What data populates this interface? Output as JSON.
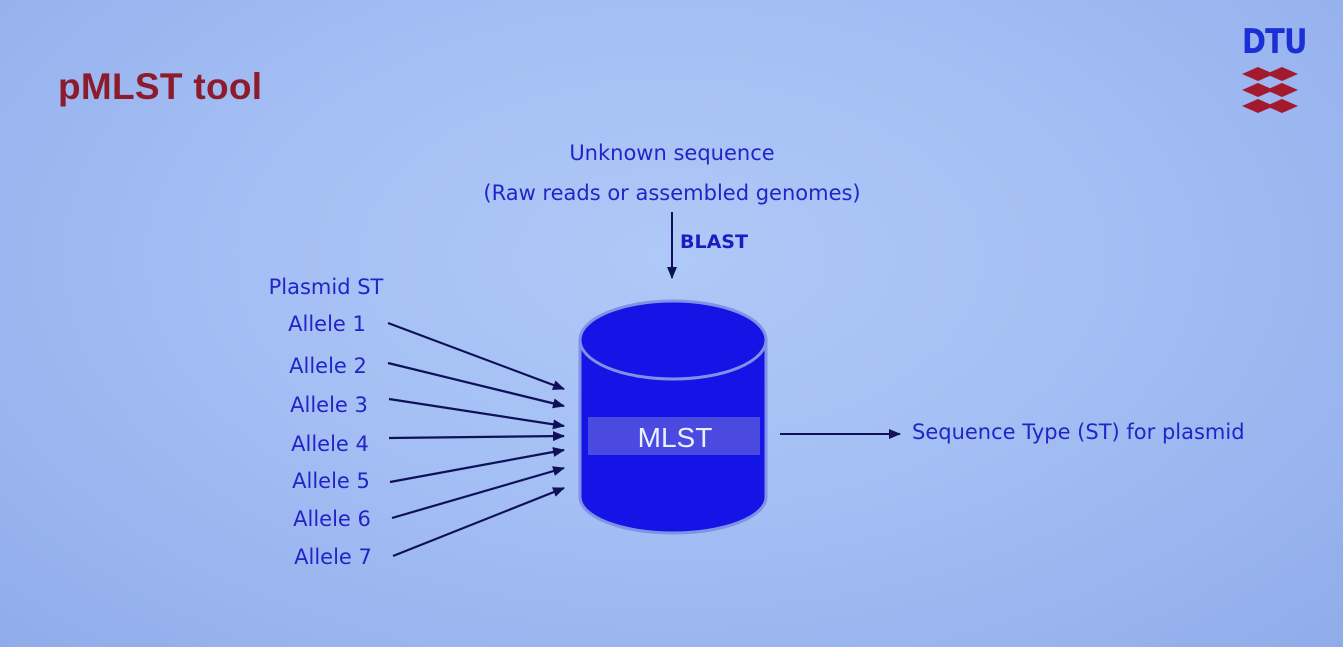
{
  "slide": {
    "title": "pMLST tool",
    "logo_text": "DTU"
  },
  "diagram": {
    "input_label_line1": "Unknown sequence",
    "input_label_line2": "(Raw reads or assembled genomes)",
    "input_arrow_label": "BLAST",
    "group_label": "Plasmid ST",
    "alleles": [
      "Allele 1",
      "Allele 2",
      "Allele 3",
      "Allele 4",
      "Allele 5",
      "Allele 6",
      "Allele 7"
    ],
    "database_label": "MLST",
    "output_label": "Sequence Type (ST) for plasmid"
  },
  "colors": {
    "title": "#8c1b2c",
    "text": "#2323c8",
    "database_fill": "#1414e6",
    "database_band": "#4a4ae0",
    "logo": "#1b2fd6",
    "logo_mark": "#a31a2e"
  }
}
